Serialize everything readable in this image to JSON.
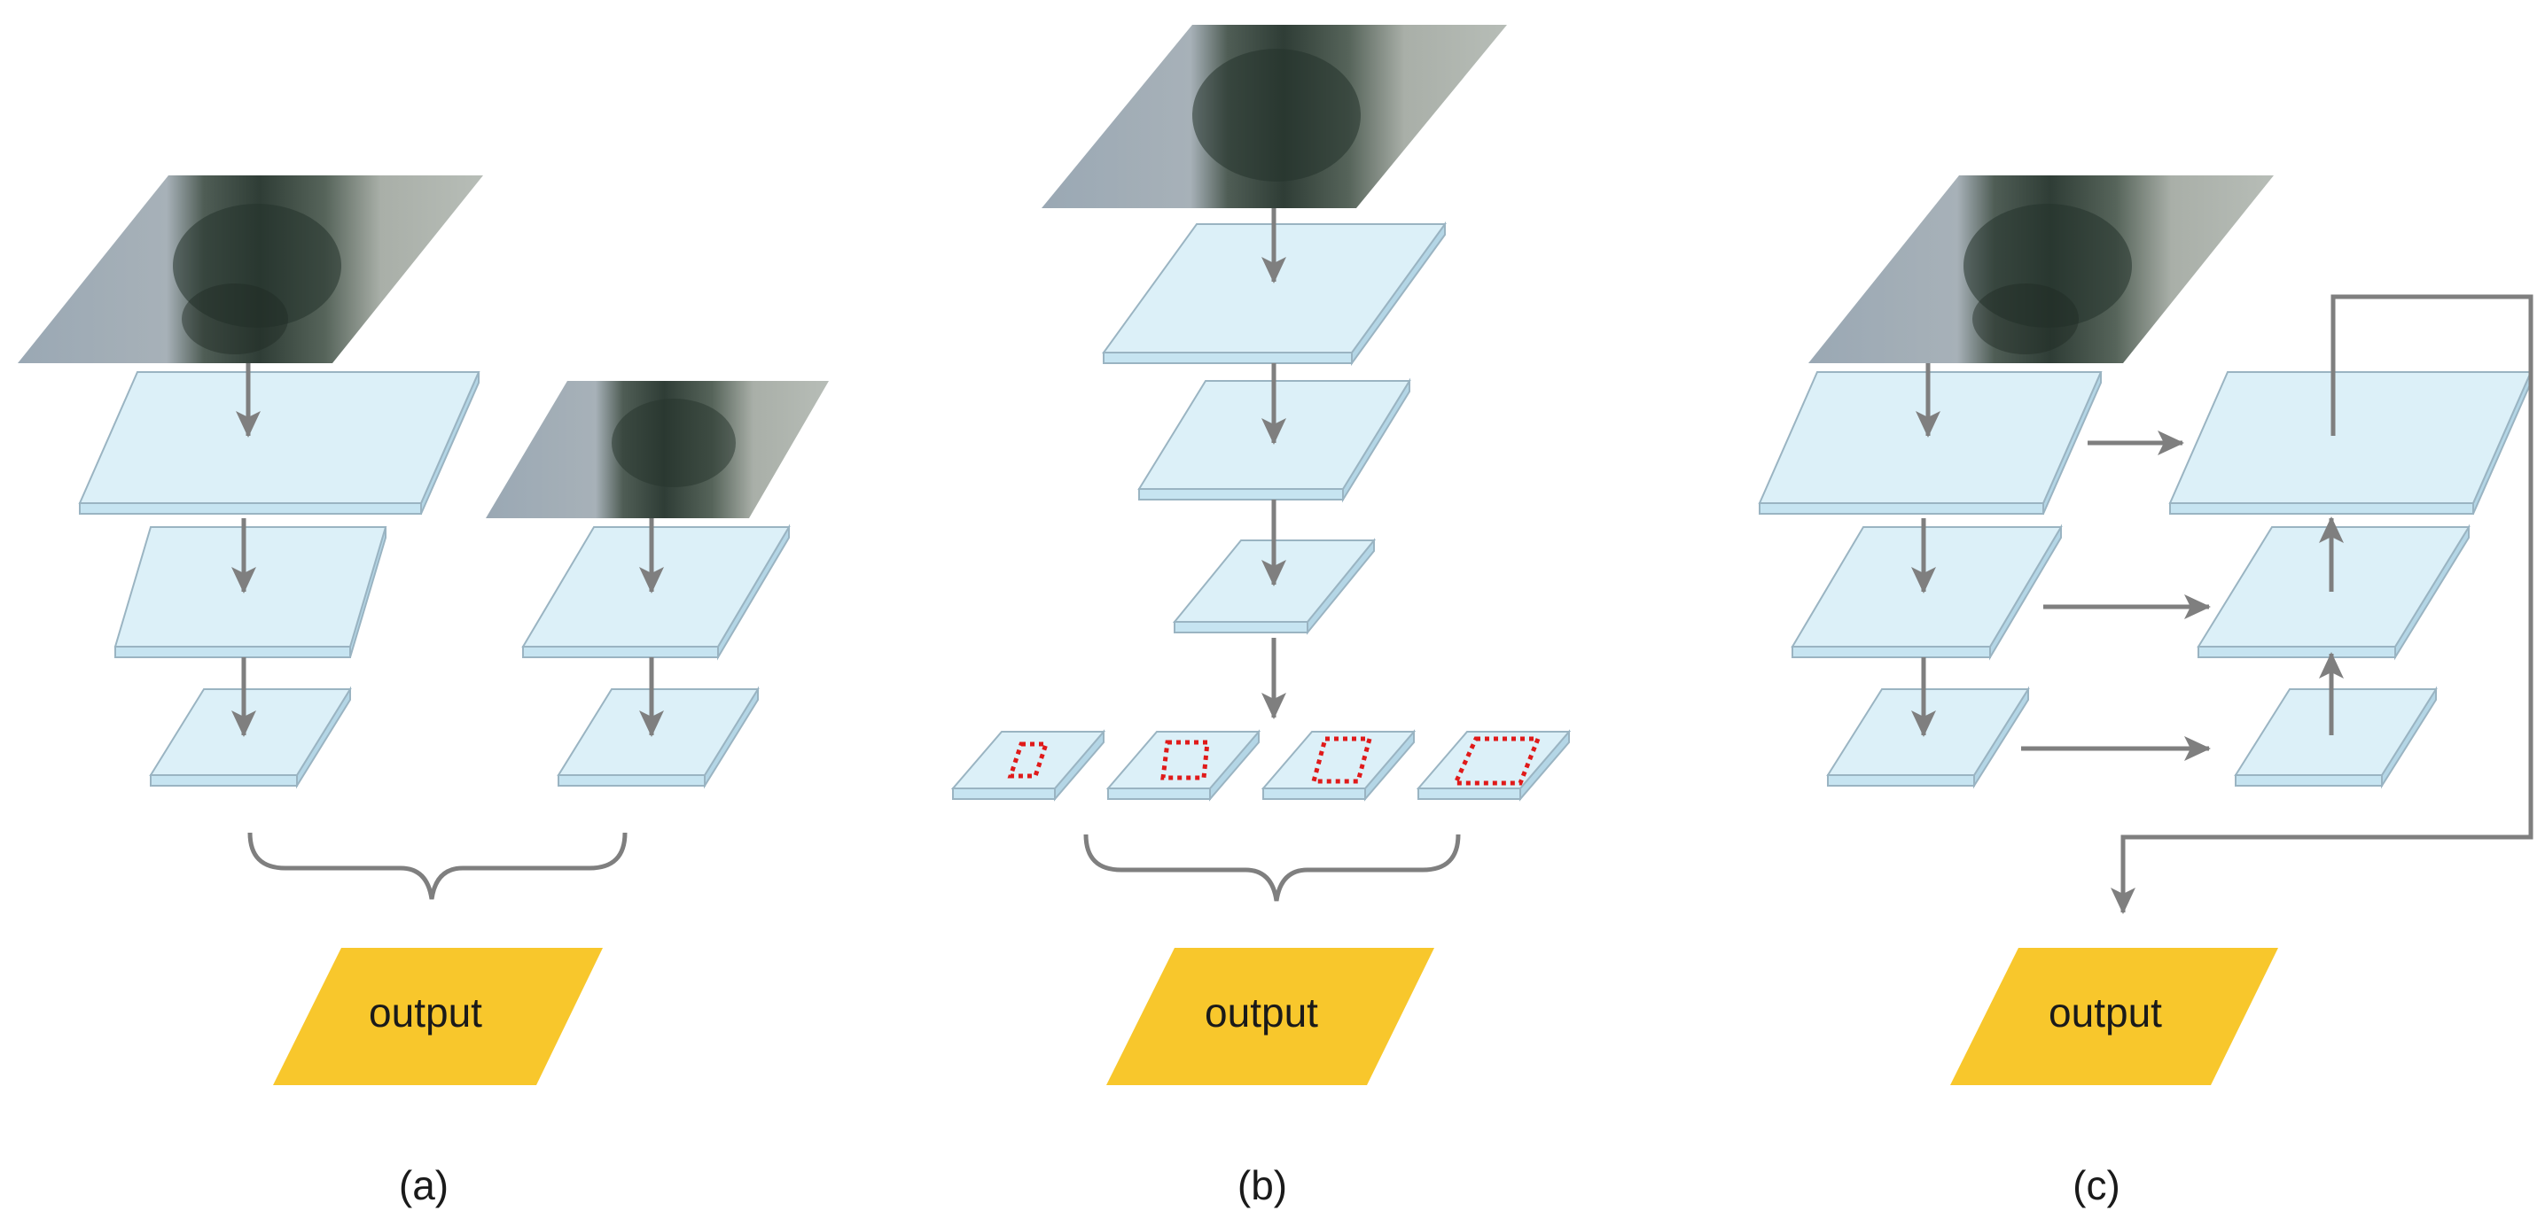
{
  "panels": [
    {
      "id": "a",
      "label": "(a)",
      "output_label": "output"
    },
    {
      "id": "b",
      "label": "(b)",
      "output_label": "output"
    },
    {
      "id": "c",
      "label": "(c)",
      "output_label": "output"
    }
  ],
  "colors": {
    "layer_top": "#dcf0f8",
    "layer_front": "#c6e4f1",
    "layer_side": "#b4d6e6",
    "layer_edge": "#9ab4c2",
    "arrow": "#7f7f7f",
    "output": "#f8c72c",
    "roi": "#e01a1a"
  }
}
